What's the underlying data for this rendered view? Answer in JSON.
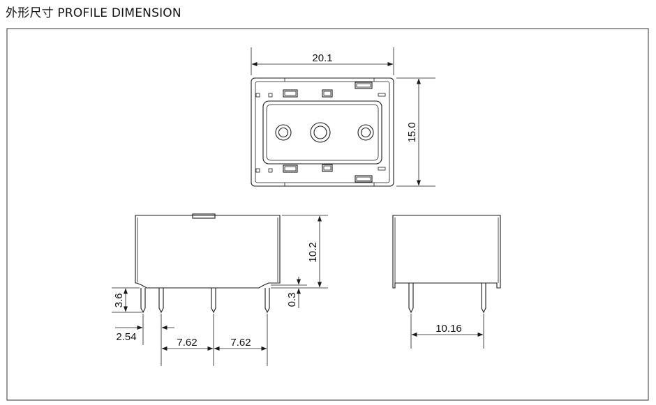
{
  "title": "外形尺寸 PROFILE DIMENSION",
  "views": {
    "top": {
      "dimensions": {
        "width": "20.1",
        "height": "15.0"
      }
    },
    "front": {
      "dimensions": {
        "body_height": "10.2",
        "pin_length": "3.6",
        "standoff": "0.3",
        "pin_offset": "2.54",
        "pitch_1": "7.62",
        "pitch_2": "7.62"
      }
    },
    "side": {
      "dimensions": {
        "pin_spacing": "10.16"
      }
    }
  }
}
